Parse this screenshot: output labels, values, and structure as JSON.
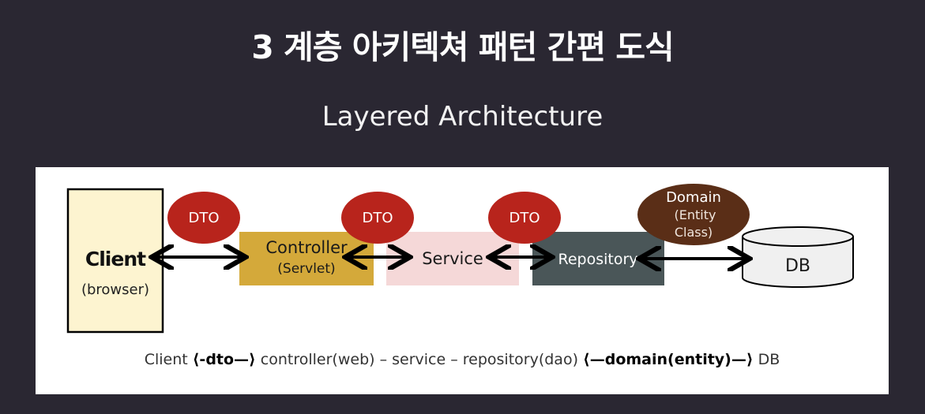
{
  "header": {
    "title": "3 계층 아키텍쳐 패턴 간편 도식",
    "subtitle": "Layered Architecture"
  },
  "diagram": {
    "client": {
      "label": "Client",
      "sub": "(browser)"
    },
    "controller": {
      "label": "Controller",
      "sub": "(Servlet)"
    },
    "service": {
      "label": "Service"
    },
    "repository": {
      "label": "Repository"
    },
    "db": {
      "label": "DB"
    },
    "dto_badges": [
      "DTO",
      "DTO",
      "DTO"
    ],
    "domain_badge": {
      "line1": "Domain",
      "line2": "(Entity",
      "line3": "Class)"
    },
    "colors": {
      "client_fill": "#fdf4d0",
      "controller_fill": "#d4a93a",
      "service_fill": "#f5d8d8",
      "repository_fill": "#4a5658",
      "dto_fill": "#b8241c",
      "domain_fill": "#5a2e17",
      "db_fill": "#f0f0f0"
    }
  },
  "caption": {
    "p1": "Client ",
    "p2": "⟨-dto—⟩",
    "p3": " controller(web) – service – repository(dao) ",
    "p4": "⟨—domain(entity)—⟩",
    "p5": " DB"
  }
}
